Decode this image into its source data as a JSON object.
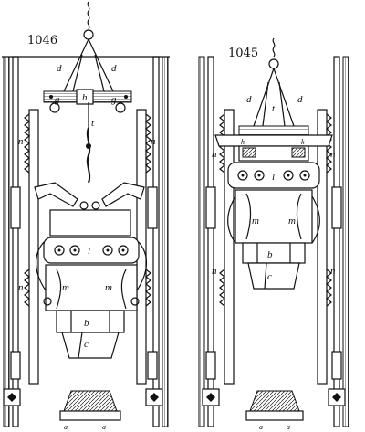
{
  "figures": [
    {
      "number": "1046",
      "labels": {
        "d_left": "d",
        "d_right": "d",
        "g_left": "g",
        "h": "h",
        "g_right": "g",
        "t": "t",
        "n_left_top": "n",
        "n_right_top": "n",
        "n_left_bottom": "n",
        "l": "l",
        "m_left": "m",
        "m_right": "m",
        "b": "b",
        "c": "c",
        "a": "a",
        "a2": "a"
      }
    },
    {
      "number": "1045",
      "labels": {
        "d_left": "d",
        "d_right": "d",
        "t": "t",
        "h_small": "h",
        "k_small": "k",
        "n_left_top": "n",
        "n_right_top": "n",
        "n_left_bottom": "n",
        "n_right_bottom": "n",
        "l": "l",
        "m_left": "m",
        "m_right": "m",
        "b": "b",
        "c": "c",
        "a": "a",
        "a2": "a"
      }
    }
  ],
  "colors": {
    "ink": "#111111",
    "paper": "#ffffff"
  }
}
